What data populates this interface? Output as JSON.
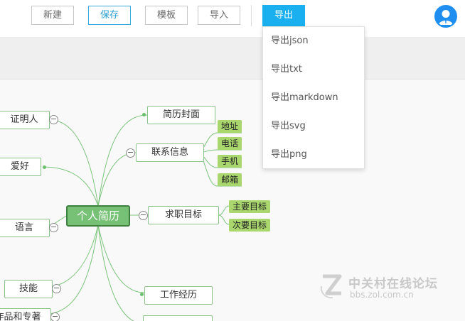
{
  "toolbar": {
    "new_label": "新建",
    "save_label": "保存",
    "template_label": "模板",
    "import_label": "导入",
    "export_label": "导出"
  },
  "export_menu": {
    "items": [
      "导出json",
      "导出txt",
      "导出markdown",
      "导出svg",
      "导出png"
    ]
  },
  "mindmap": {
    "root": "个人简历",
    "left_nodes": [
      "证明人",
      "爱好",
      "语言",
      "技能",
      "作品和专著"
    ],
    "right_nodes": [
      "简历封面",
      "联系信息",
      "求职目标",
      "工作经历"
    ],
    "contact_tags": [
      "地址",
      "电话",
      "手机",
      "邮箱"
    ],
    "goal_tags": [
      "主要目标",
      "次要目标"
    ],
    "collapse_symbol": "−"
  },
  "watermark": {
    "title": "中关村在线论坛",
    "subtitle": "bbs.zol.com.cn"
  },
  "colors": {
    "accent": "#1ab0f0",
    "node_border": "#8bc48b",
    "root_fill": "#76c176",
    "tag_fill": "#a9d66d",
    "connector": "#7cc47c"
  }
}
